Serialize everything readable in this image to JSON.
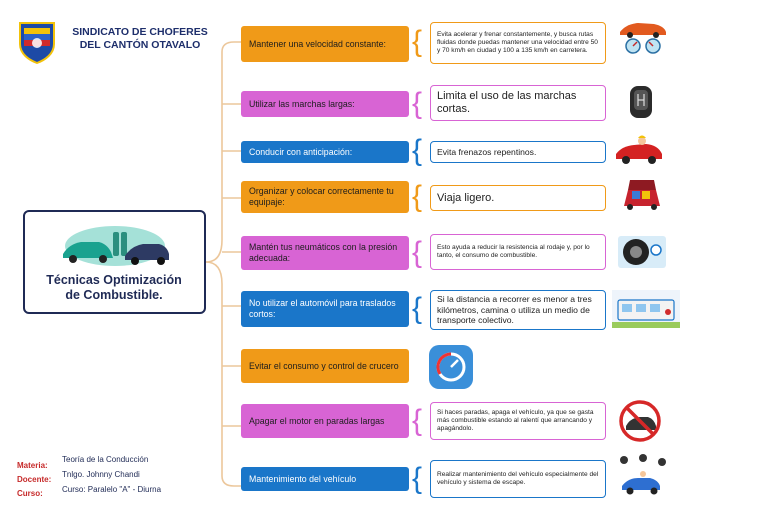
{
  "header": {
    "org_line1": "SINDICATO DE CHOFERES",
    "org_line2": "DEL CANTÓN OTAVALO"
  },
  "center": {
    "title_line1": "Técnicas Optimización",
    "title_line2": "de Combustible."
  },
  "footer": {
    "materia_label": "Materia:",
    "docente_label": "Docente:",
    "curso_label": "Curso:",
    "materia": "Teoría de la Conducción",
    "docente": "Tnlgo. Johnny Chandi",
    "curso": "Curso: Paralelo \"A\" - Diurna"
  },
  "colors": {
    "orange": "#f09a18",
    "purple": "#d864d4",
    "blue": "#1a76c9",
    "navy": "#1f2a55"
  },
  "items": [
    {
      "topic": "Mantener una velocidad constante:",
      "detail": "Evita acelerar y frenar constantemente, y busca rutas fluidas donde puedas mantener una velocidad entre 50 y 70 km/h en ciudad y 100 a 135 km/h en carretera.",
      "icon": "speed-car-gauges-icon"
    },
    {
      "topic": "Utilizar las marchas largas:",
      "detail": "Limita el uso de las marchas cortas.",
      "icon": "gear-knob-icon"
    },
    {
      "topic": "Conducir con anticipación:",
      "detail": "Evita frenazos repentinos.",
      "icon": "car-driver-icon"
    },
    {
      "topic": "Organizar y colocar correctamente tu equipaje:",
      "detail": "Viaja ligero.",
      "icon": "car-trunk-luggage-icon"
    },
    {
      "topic": "Mantén tus neumáticos con la presión adecuada:",
      "detail": "Esto ayuda a reducir la resistencia al rodaje y, por lo tanto, el consumo de combustible.",
      "icon": "tire-pressure-icon"
    },
    {
      "topic": "No utilizar el automóvil para traslados cortos:",
      "detail": "Si la distancia a recorrer es menor a tres kilómetros, camina o utiliza un medio de transporte colectivo.",
      "icon": "bus-stop-icon"
    },
    {
      "topic": "Evitar el consumo y control de crucero",
      "detail": "",
      "icon": "cruise-control-icon"
    },
    {
      "topic": "Apagar el motor en paradas largas",
      "detail": "Si haces paradas, apaga el vehículo, ya que se gasta más combustible estando al ralentí que arrancando y apagándolo.",
      "icon": "no-idling-icon"
    },
    {
      "topic": "Mantenimiento del vehículo",
      "detail": "Realizar mantenimiento del vehículo especialmente del vehículo y sistema de escape.",
      "icon": "mechanic-icon"
    }
  ]
}
